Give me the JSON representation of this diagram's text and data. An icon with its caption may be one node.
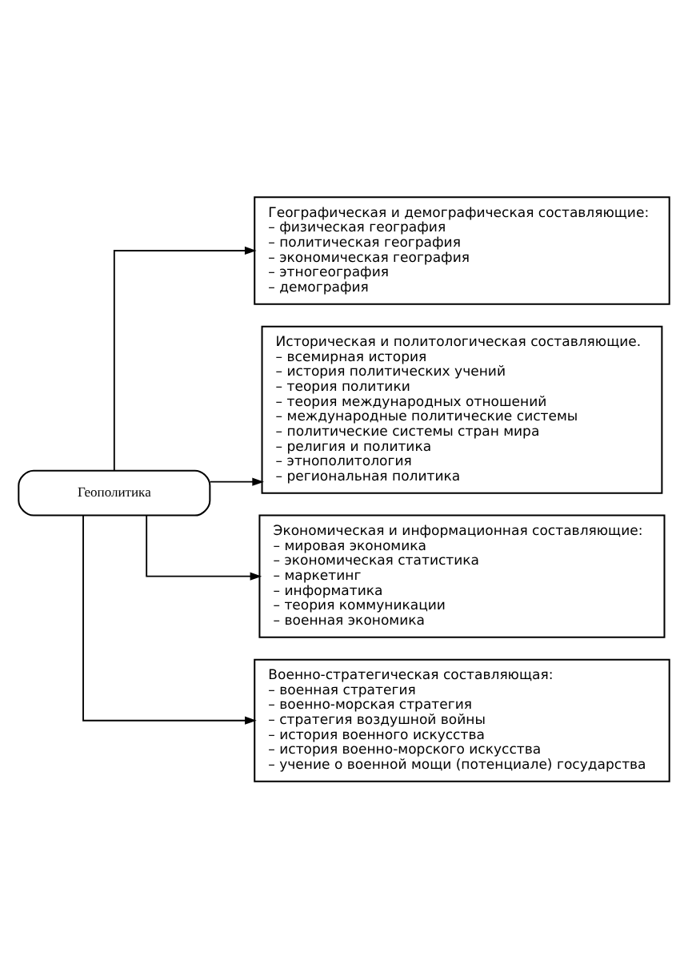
{
  "diagram": {
    "nodes": [
      {
        "text": [
          "Геополитика"
        ]
      },
      {
        "text": [
          "Географическая и демографическая составляющие:",
          "– физическая география",
          "– политическая география",
          "– экономическая география",
          "– этногеография",
          "– демография"
        ]
      },
      {
        "text": [
          "Историческая и политологическая составляющие.",
          "– всемирная история",
          "– история политических учений",
          "– теория политики",
          "– теория международных отношений",
          "– международные политические системы",
          "– политические системы стран мира",
          "– религия и политика",
          "– этнополитология",
          "– региональная политика"
        ]
      },
      {
        "text": [
          "Экономическая и информационная составляющие:",
          "– мировая экономика",
          "– экономическая статистика",
          "– маркетинг",
          "– информатика",
          "– теория коммуникации",
          "– военная экономика"
        ]
      },
      {
        "text": [
          "Военно-стратегическая составляющая:",
          "– военная стратегия",
          "– военно-морская стратегия",
          "– стратегия воздушной войны",
          "– история военного искусства",
          "– история военно-морского искусства",
          "– учение о военной мощи (потенциале) государства"
        ]
      }
    ],
    "edges": [
      {
        "from": 0,
        "to": 1,
        "arrow": "to"
      },
      {
        "from": 0,
        "to": 2,
        "arrow": "to"
      },
      {
        "from": 0,
        "to": 3,
        "arrow": "to"
      },
      {
        "from": 0,
        "to": 4,
        "arrow": "to"
      }
    ]
  }
}
